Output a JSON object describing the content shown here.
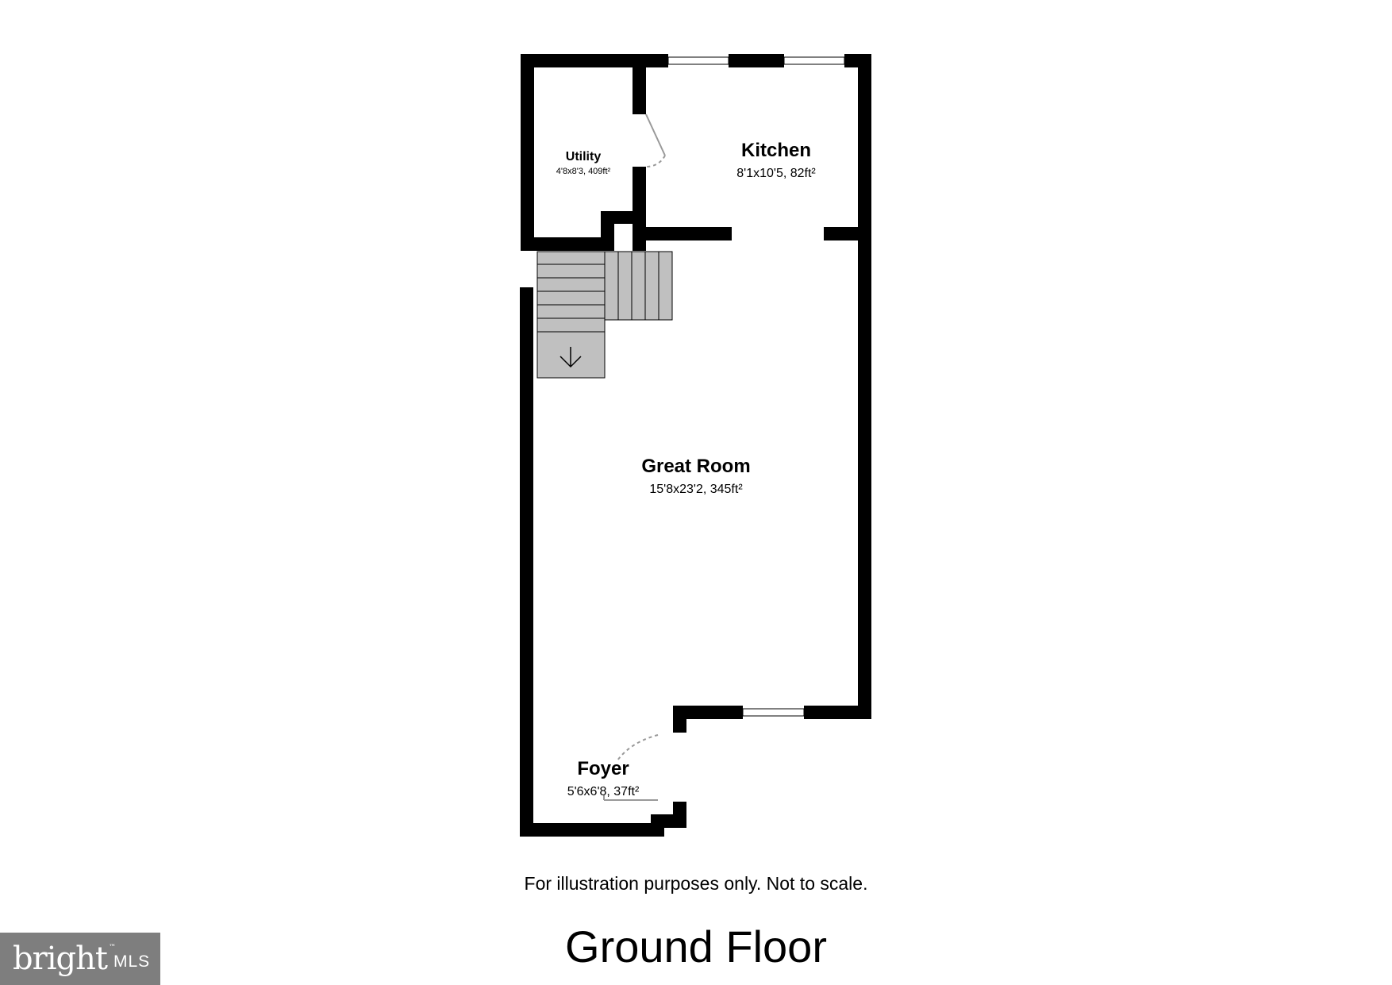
{
  "rooms": {
    "utility": {
      "name": "Utility",
      "dims": "4'8x8'3, 409ft²"
    },
    "kitchen": {
      "name": "Kitchen",
      "dims": "8'1x10'5, 82ft²"
    },
    "great_room": {
      "name": "Great Room",
      "dims": "15'8x23'2, 345ft²"
    },
    "foyer": {
      "name": "Foyer",
      "dims": "5'6x6'8, 37ft²"
    }
  },
  "disclaimer": "For illustration purposes only. Not to scale.",
  "floor_title": "Ground Floor",
  "logo": {
    "brand": "bright",
    "trademark": "™",
    "suffix": "MLS"
  },
  "colors": {
    "wall": "#000000",
    "stair_fill": "#c0c0c0",
    "door_swing": "#999999",
    "logo_bg": "#7e7e7e"
  },
  "icons": {
    "stair_direction": "down-arrow-icon"
  }
}
